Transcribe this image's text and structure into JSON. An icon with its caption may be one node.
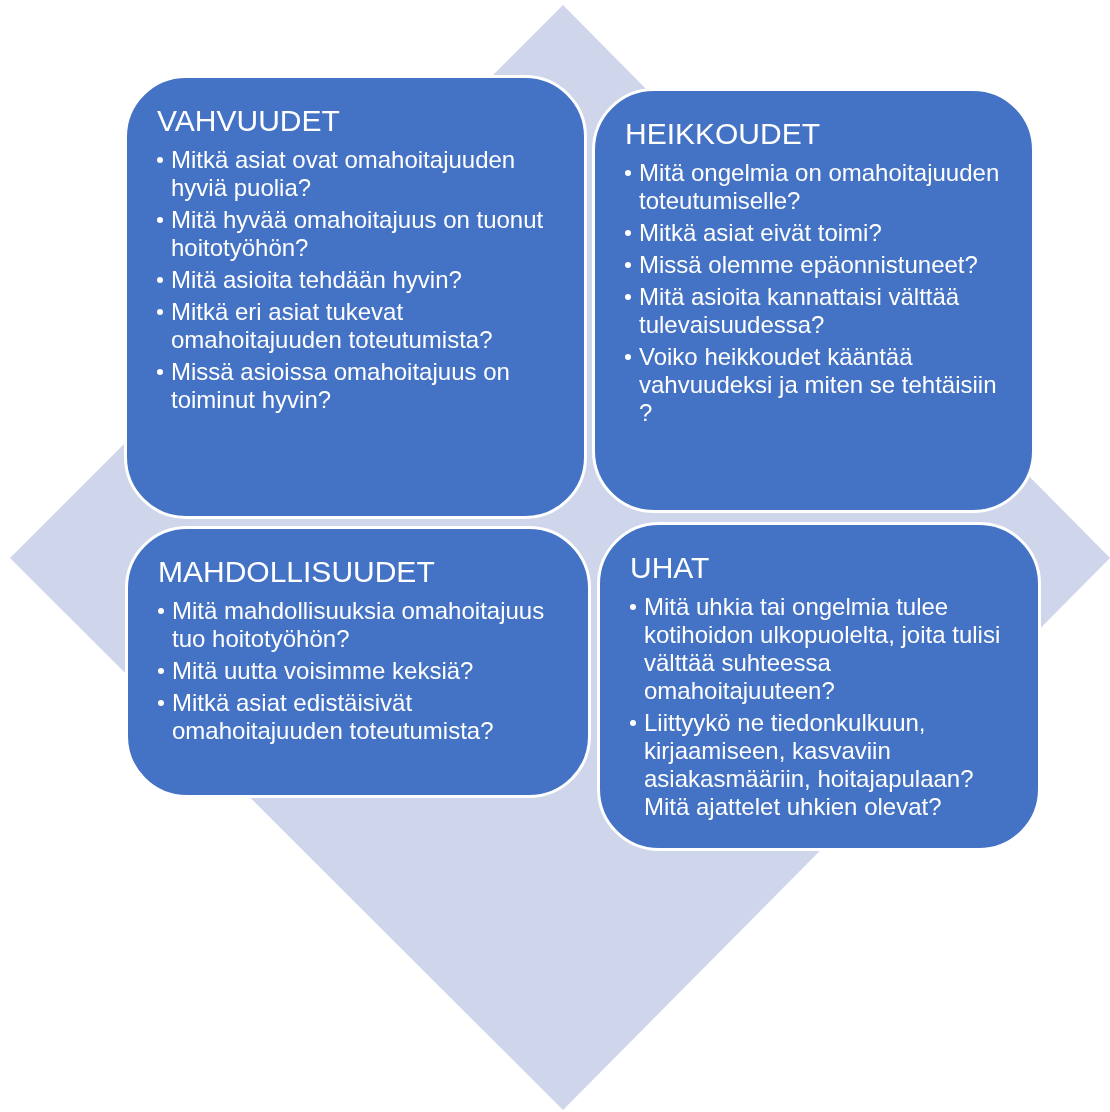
{
  "diagram": {
    "nodes": [
      {
        "text": [
          "VAHVUUDET",
          "Mitkä asiat ovat omahoitajuuden hyviä puolia?",
          "Mitä hyvää omahoitajuus on tuonut hoitotyöhön?",
          "Mitä asioita tehdään hyvin?",
          "Mitkä eri asiat tukevat omahoitajuuden toteutumista?",
          "Missä asioissa omahoitajuus on toiminut hyvin?"
        ]
      },
      {
        "text": [
          "HEIKKOUDET",
          "Mitä ongelmia on omahoitajuuden toteutumiselle?",
          "Mitkä asiat eivät toimi?",
          "Missä olemme epäonnistuneet?",
          "Mitä asioita kannattaisi välttää tulevaisuudessa?",
          "Voiko heikkoudet kääntää vahvuudeksi ja miten se tehtäisiin ?"
        ]
      },
      {
        "text": [
          "MAHDOLLISUUDET",
          "Mitä mahdollisuuksia omahoitajuus tuo hoitotyöhön?",
          "Mitä uutta voisimme keksiä?",
          "Mitkä asiat edistäisivät omahoitajuuden toteutumista?"
        ]
      },
      {
        "text": [
          "UHAT",
          "Mitä uhkia tai ongelmia tulee kotihoidon ulkopuolelta, joita tulisi välttää suhteessa omahoitajuuteen?",
          "Liittyykö ne tiedonkulkuun, kirjaamiseen, kasvaviin asiakasmääriin, hoitajapulaan? Mitä ajattelet uhkien olevat?"
        ]
      }
    ],
    "edges": []
  }
}
